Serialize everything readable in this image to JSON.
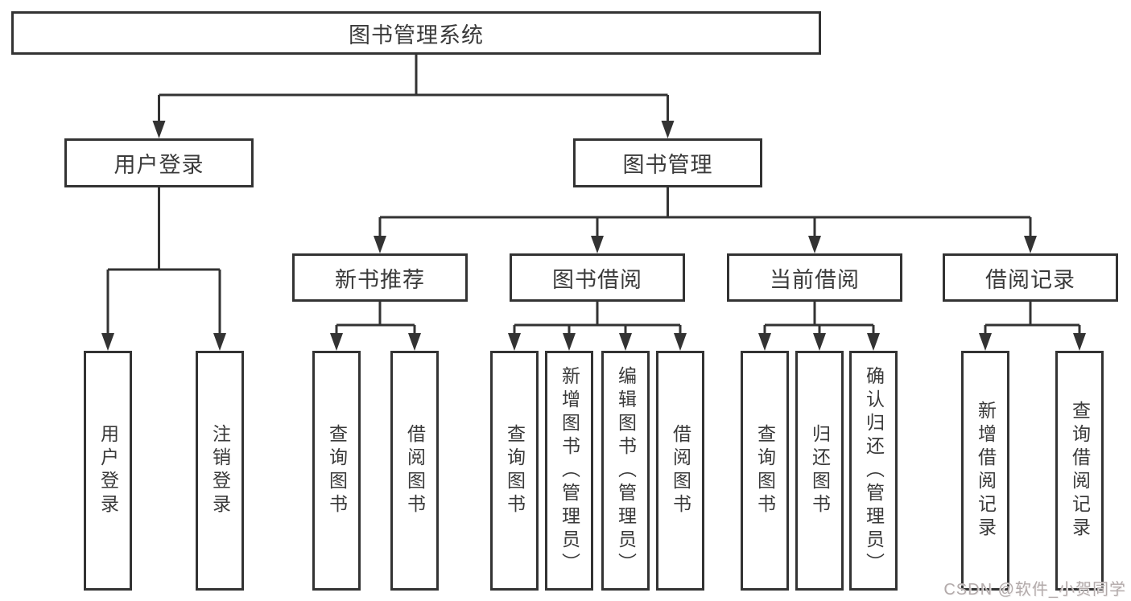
{
  "diagram": {
    "tree": {
      "label": "图书管理系统",
      "children": [
        {
          "label": "用户登录",
          "children": [
            {
              "label": "用户登录"
            },
            {
              "label": "注销登录"
            }
          ]
        },
        {
          "label": "图书管理",
          "children": [
            {
              "label": "新书推荐",
              "children": [
                {
                  "label": "查询图书"
                },
                {
                  "label": "借阅图书"
                }
              ]
            },
            {
              "label": "图书借阅",
              "children": [
                {
                  "label": "查询图书"
                },
                {
                  "label": "新增图书（管理员）"
                },
                {
                  "label": "编辑图书（管理员）"
                },
                {
                  "label": "借阅图书"
                }
              ]
            },
            {
              "label": "当前借阅",
              "children": [
                {
                  "label": "查询图书"
                },
                {
                  "label": "归还图书"
                },
                {
                  "label": "确认归还（管理员）"
                }
              ]
            },
            {
              "label": "借阅记录",
              "children": [
                {
                  "label": "新增借阅记录"
                },
                {
                  "label": "查询借阅记录"
                }
              ]
            }
          ]
        }
      ]
    },
    "colors": {
      "line": "#333333",
      "box_border": "#333333",
      "box_fill": "#ffffff",
      "text": "#3a3a3a",
      "watermark": "#b3abab",
      "background": "#ffffff"
    },
    "watermark": {
      "text": "CSDN @软件_小贺同学"
    }
  }
}
